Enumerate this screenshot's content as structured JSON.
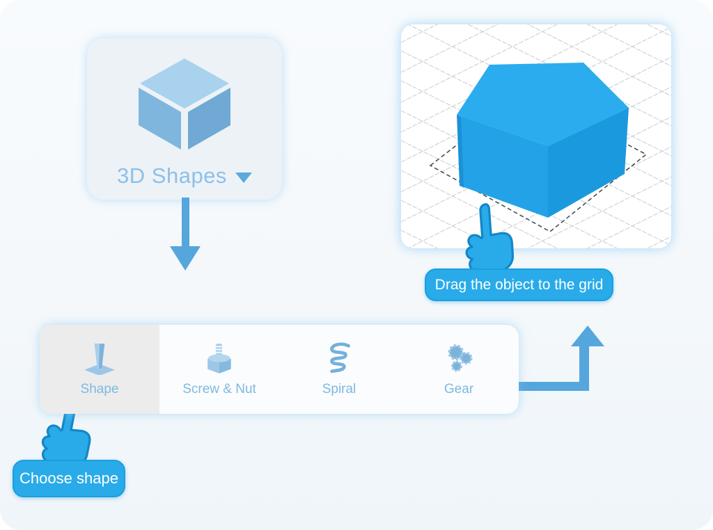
{
  "shapes_card": {
    "label": "3D Shapes",
    "icon": "cube-icon",
    "caret_icon": "dropdown-caret-icon"
  },
  "callouts": {
    "drag_tooltip": "Drag the object to the grid",
    "choose_tooltip": "Choose shape"
  },
  "toolbar": {
    "items": [
      {
        "label": "Shape",
        "icon": "shape-icon",
        "selected": true
      },
      {
        "label": "Screw & Nut",
        "icon": "screw-nut-icon",
        "selected": false
      },
      {
        "label": "Spiral",
        "icon": "spiral-icon",
        "selected": false
      },
      {
        "label": "Gear",
        "icon": "gear-icon",
        "selected": false
      }
    ]
  },
  "workplane": {
    "object": "blue-box",
    "drop_target": "dashed-square-outline",
    "cursor": "pointing-hand"
  },
  "colors": {
    "accent": "#29abe9",
    "arrow": "#55a6dc",
    "label_blue": "#7db9e2",
    "card_bg": "#edf2f7",
    "selected_cell": "#ececec",
    "box_top": "#2bacee",
    "box_front": "#23a2e7",
    "box_right": "#1b99df",
    "cube_icon_top": "#a8d2ee",
    "cube_icon_left": "#7fb6dd",
    "cube_icon_right": "#6fa9d4"
  }
}
